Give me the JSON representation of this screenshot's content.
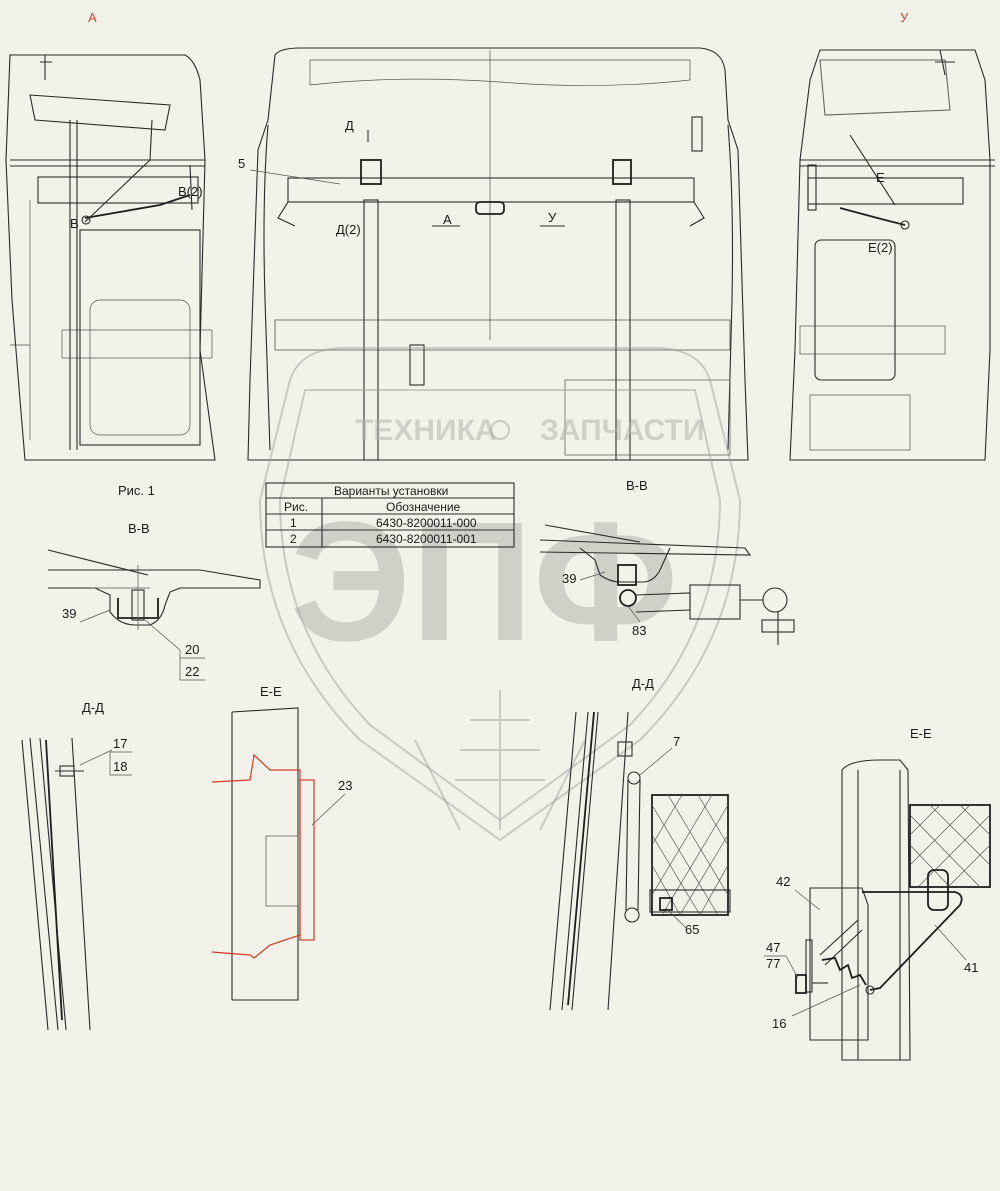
{
  "view_labels": {
    "a": "А",
    "u": "У"
  },
  "fig_label": "Рис. 1",
  "callouts": {
    "c5": "5",
    "d": "Д",
    "d2": "Д(2)",
    "b": "В",
    "b2": "В(2)",
    "e": "Е",
    "e2": "Е(2)",
    "a_arrow": "А",
    "u_arrow": "У",
    "c39a": "39",
    "c20": "20",
    "c22": "22",
    "c39b": "39",
    "c83": "83",
    "c17": "17",
    "c18": "18",
    "c23": "23",
    "c7": "7",
    "c65": "65",
    "c42": "42",
    "c47": "47",
    "c77": "77",
    "c41": "41",
    "c16": "16"
  },
  "sections": {
    "bb1": "В-В",
    "bb2": "В-В",
    "dd1": "Д-Д",
    "dd2": "Д-Д",
    "ee1": "Е-Е",
    "ee2": "Е-Е"
  },
  "table": {
    "title": "Варианты установки",
    "col1": "Рис.",
    "col2": "Обозначение",
    "rows": [
      {
        "fig": "1",
        "code": "6430-8200011-000"
      },
      {
        "fig": "2",
        "code": "6430-8200011-001"
      }
    ]
  },
  "watermark": {
    "line1": "ТЕХНИКА",
    "line2": "ЗАПЧАСТИ",
    "logo": "ЭПФ"
  },
  "colors": {
    "accent": "#d23b2a",
    "line": "#2a2a2a",
    "paper": "#f2f2e9"
  }
}
